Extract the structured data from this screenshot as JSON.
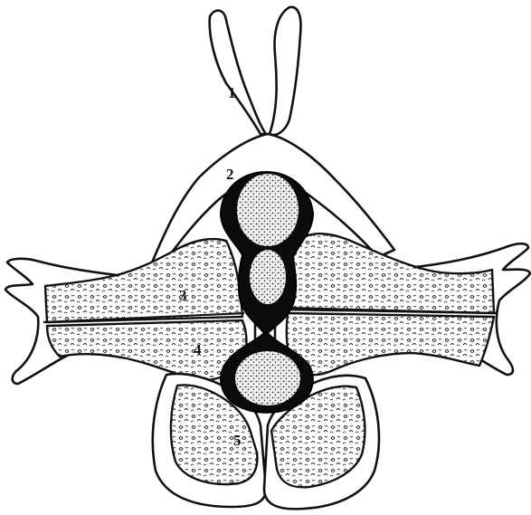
{
  "labels": [
    {
      "id": "1",
      "text": "1"
    },
    {
      "id": "2",
      "text": "2"
    },
    {
      "id": "3",
      "text": "3"
    },
    {
      "id": "4",
      "text": "4"
    },
    {
      "id": "5",
      "text": "5"
    }
  ],
  "colors": {
    "ink": "#111111",
    "background": "#ffffff"
  }
}
